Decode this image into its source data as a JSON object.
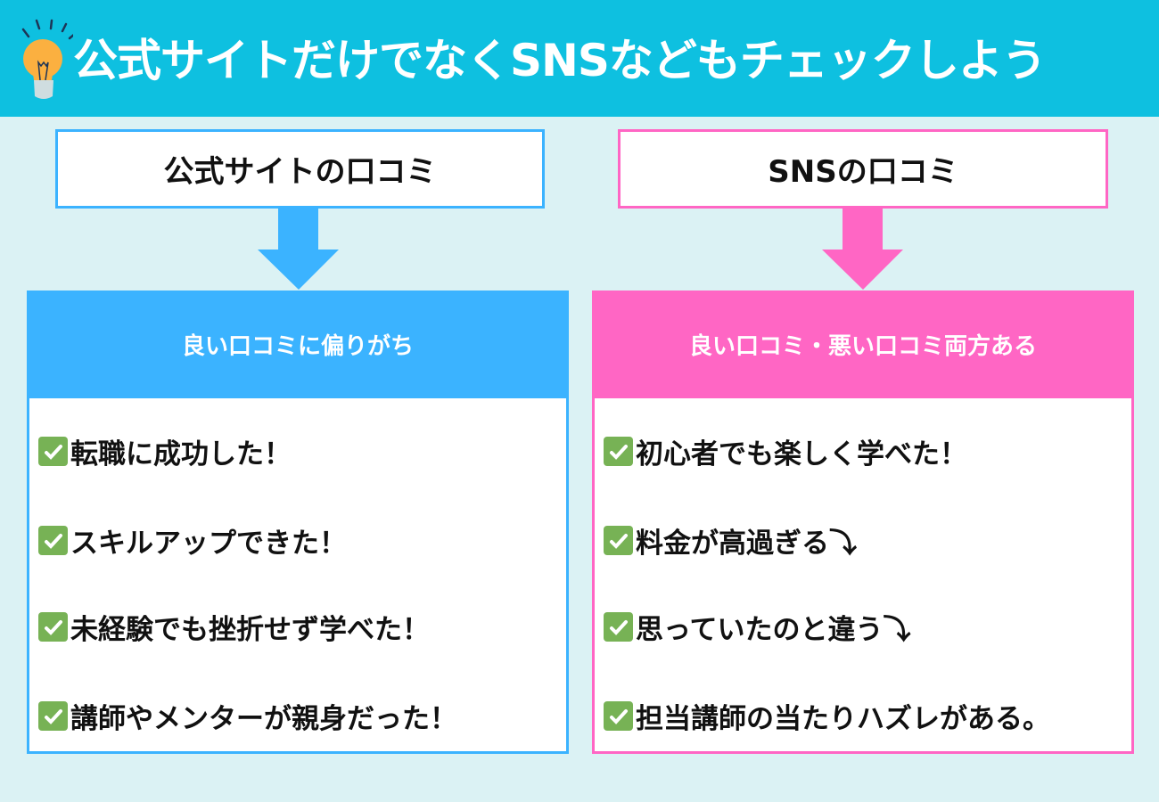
{
  "header": {
    "title": "公式サイトだけでなくSNSなどもチェックしよう",
    "icon": "lightbulb-icon"
  },
  "colors": {
    "header": "#0ec0e0",
    "background": "#dbf2f4",
    "official": "#3bb3ff",
    "sns": "#ff66c4",
    "check": "#77b255"
  },
  "left": {
    "title": "公式サイトの口コミ",
    "summary": "良い口コミに偏りがち",
    "items": [
      "転職に成功した！",
      "スキルアップできた！",
      "未経験でも挫折せず学べた！",
      "講師やメンターが親身だった！"
    ]
  },
  "right": {
    "title": "SNSの口コミ",
    "summary": "良い口コミ・悪い口コミ両方ある",
    "items": [
      "初心者でも楽しく学べた！",
      "料金が高過ぎる⤵",
      "思っていたのと違う⤵",
      "担当講師の当たりハズレがある。"
    ]
  }
}
